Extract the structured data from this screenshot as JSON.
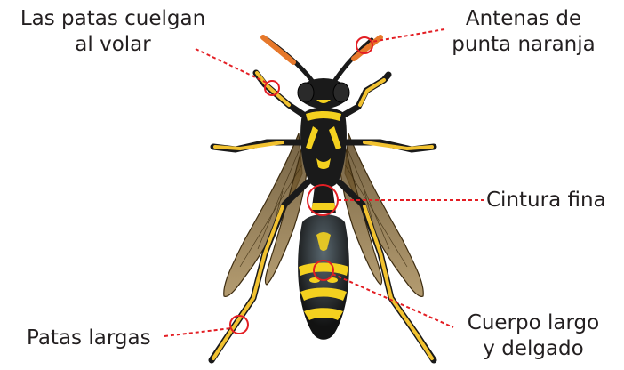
{
  "labels": {
    "legs_hang": {
      "line1": "Las patas cuelgan",
      "line2": "al volar"
    },
    "antennae": {
      "line1": "Antenas de",
      "line2": "punta naranja"
    },
    "waist": {
      "line1": "Cintura fina"
    },
    "long_legs": {
      "line1": "Patas largas"
    },
    "body": {
      "line1": "Cuerpo largo",
      "line2": "y delgado"
    }
  },
  "colors": {
    "leader": "#e31e24",
    "wasp_black": "#1a1a1a",
    "wasp_yellow": "#f4d11f",
    "leg_yellow": "#f2c230",
    "antenna_orange": "#e6782b",
    "wing": "#7a5a2a"
  }
}
